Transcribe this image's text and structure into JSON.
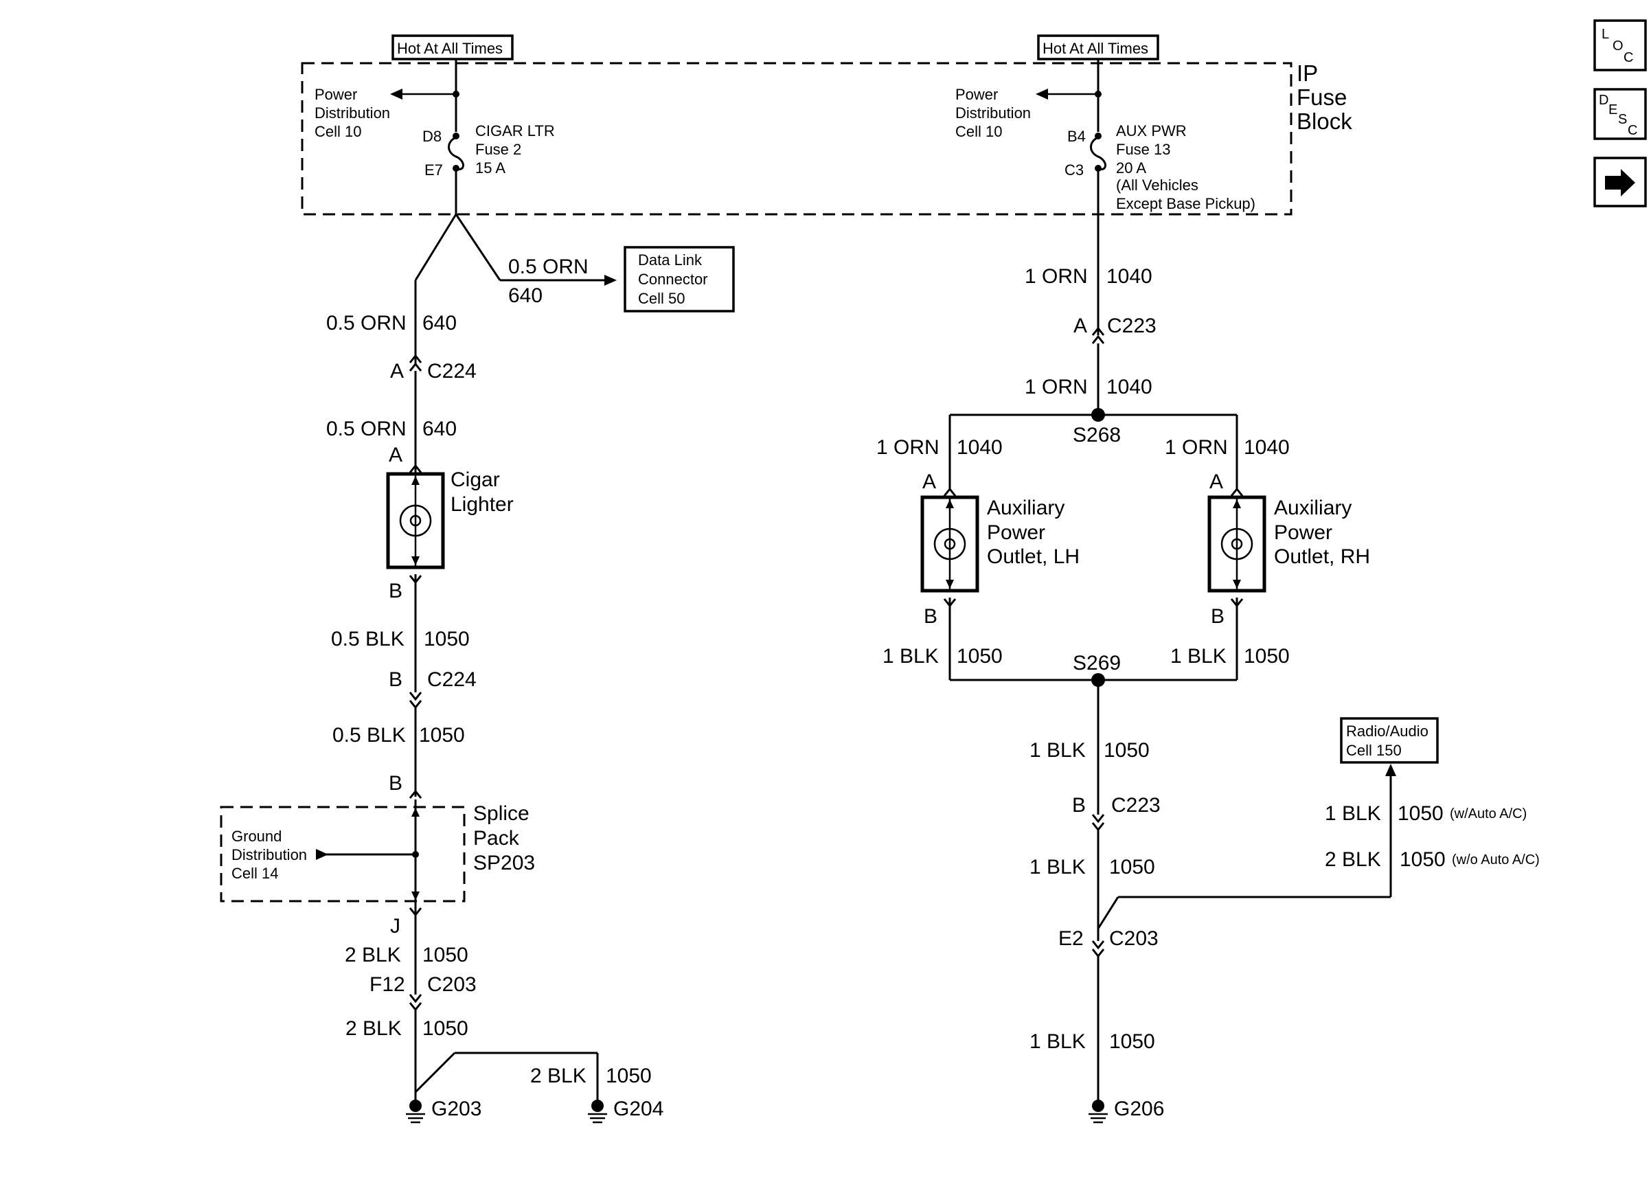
{
  "supply": {
    "left": "Hot At All Times",
    "right": "Hot At All Times"
  },
  "fuse_block": {
    "label": [
      "IP",
      "Fuse",
      "Block"
    ],
    "left": {
      "power_ref": [
        "Power",
        "Distribution",
        "Cell 10"
      ],
      "pin_in": "D8",
      "pin_out": "E7",
      "fuse": [
        "CIGAR LTR",
        "Fuse 2",
        "15 A"
      ]
    },
    "right": {
      "power_ref": [
        "Power",
        "Distribution",
        "Cell 10"
      ],
      "pin_in": "B4",
      "pin_out": "C3",
      "fuse": [
        "AUX PWR",
        "Fuse 13",
        "20 A",
        "(All Vehicles",
        "Except Base Pickup)"
      ]
    }
  },
  "left_circuit": {
    "dlc_wire": {
      "gauge": "0.5 ORN",
      "circuit": "640"
    },
    "dlc_box": [
      "Data Link",
      "Connector",
      "Cell 50"
    ],
    "w1": {
      "gauge": "0.5 ORN",
      "circuit": "640"
    },
    "c224a": {
      "pin": "A",
      "conn": "C224"
    },
    "w2": {
      "gauge": "0.5 ORN",
      "circuit": "640"
    },
    "lighter": {
      "pin_a": "A",
      "pin_b": "B",
      "label": [
        "Cigar",
        "Lighter"
      ]
    },
    "w3": {
      "gauge": "0.5 BLK",
      "circuit": "1050"
    },
    "c224b": {
      "pin": "B",
      "conn": "C224"
    },
    "w4": {
      "gauge": "0.5 BLK",
      "circuit": "1050"
    },
    "splice": {
      "pin_in": "B",
      "pin_out": "J",
      "label": [
        "Splice",
        "Pack",
        "SP203"
      ],
      "ground_ref": [
        "Ground",
        "Distribution",
        "Cell 14"
      ]
    },
    "w5": {
      "gauge": "2 BLK",
      "circuit": "1050"
    },
    "c203": {
      "pin": "F12",
      "conn": "C203"
    },
    "w6": {
      "gauge": "2 BLK",
      "circuit": "1050"
    },
    "w7": {
      "gauge": "2 BLK",
      "circuit": "1050"
    },
    "g203": "G203",
    "g204": "G204"
  },
  "right_circuit": {
    "w1": {
      "gauge": "1 ORN",
      "circuit": "1040"
    },
    "c223a": {
      "pin": "A",
      "conn": "C223"
    },
    "w2": {
      "gauge": "1 ORN",
      "circuit": "1040"
    },
    "s268": "S268",
    "lh_top": {
      "gauge": "1 ORN",
      "circuit": "1040"
    },
    "rh_top": {
      "gauge": "1 ORN",
      "circuit": "1040"
    },
    "outlet_lh": {
      "pin_a": "A",
      "pin_b": "B",
      "label": [
        "Auxiliary",
        "Power",
        "Outlet, LH"
      ]
    },
    "outlet_rh": {
      "pin_a": "A",
      "pin_b": "B",
      "label": [
        "Auxiliary",
        "Power",
        "Outlet, RH"
      ]
    },
    "lh_bot": {
      "gauge": "1 BLK",
      "circuit": "1050"
    },
    "rh_bot": {
      "gauge": "1 BLK",
      "circuit": "1050"
    },
    "s269": "S269",
    "w3": {
      "gauge": "1 BLK",
      "circuit": "1050"
    },
    "c223b": {
      "pin": "B",
      "conn": "C223"
    },
    "w4": {
      "gauge": "1 BLK",
      "circuit": "1050"
    },
    "radio_box": [
      "Radio/Audio",
      "Cell 150"
    ],
    "radio_w1": {
      "gauge": "1 BLK",
      "circuit": "1050",
      "note": "(w/Auto A/C)"
    },
    "radio_w2": {
      "gauge": "2 BLK",
      "circuit": "1050",
      "note": "(w/o Auto A/C)"
    },
    "c203": {
      "pin": "E2",
      "conn": "C203"
    },
    "w5": {
      "gauge": "1 BLK",
      "circuit": "1050"
    },
    "g206": "G206"
  },
  "nav": {
    "loc": [
      "L",
      "O",
      "C"
    ],
    "desc": [
      "D",
      "E",
      "S",
      "C"
    ],
    "next_icon": "right-arrow-icon"
  }
}
